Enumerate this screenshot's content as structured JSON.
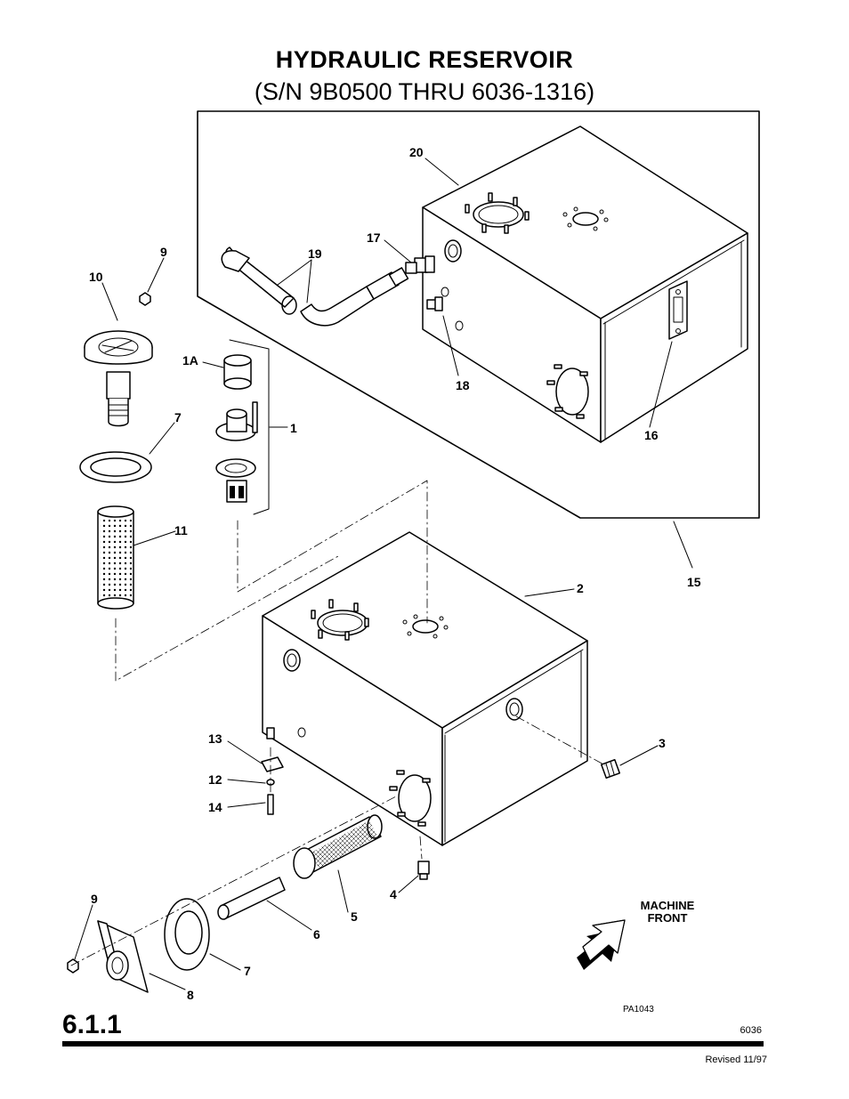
{
  "title": "HYDRAULIC  RESERVOIR",
  "subtitle": "(S/N 9B0500 THRU 6036-1316)",
  "section_number": "6.1.1",
  "doc_number": "6036",
  "revised": "Revised 11/97",
  "figure_id": "PA1043",
  "machine_front": [
    "MACHINE",
    "FRONT"
  ],
  "callouts": {
    "c1": "1",
    "c1a": "1A",
    "c2": "2",
    "c3": "3",
    "c4": "4",
    "c5": "5",
    "c6": "6",
    "c7a": "7",
    "c7b": "7",
    "c8": "8",
    "c9a": "9",
    "c9b": "9",
    "c10": "10",
    "c11": "11",
    "c12": "12",
    "c13": "13",
    "c14": "14",
    "c15": "15",
    "c16": "16",
    "c17": "17",
    "c18": "18",
    "c19": "19",
    "c20": "20"
  }
}
